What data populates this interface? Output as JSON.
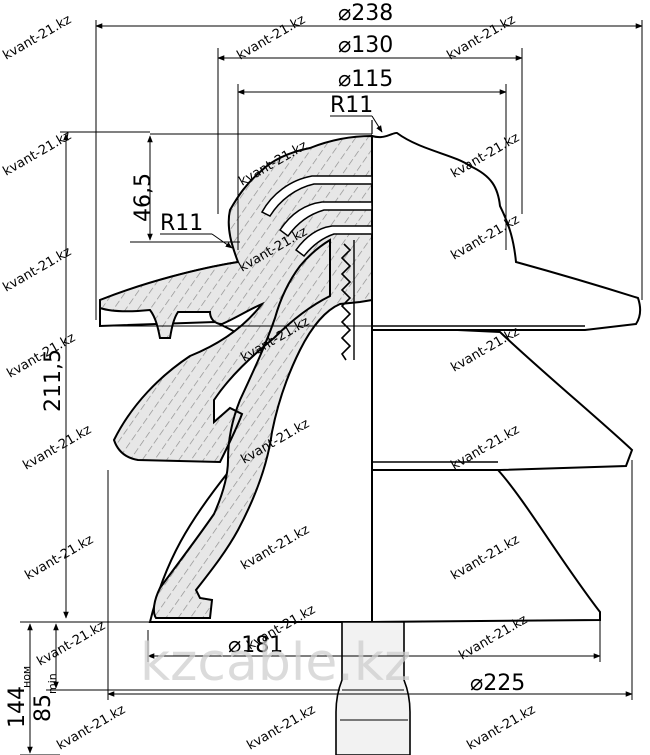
{
  "dimensions": {
    "d238": "⌀238",
    "d130": "⌀130",
    "d115": "⌀115",
    "r11_top": "R11",
    "h46_5": "46,5",
    "r11_left": "R11",
    "h211_5": "211,5",
    "d181": "⌀181",
    "d225": "⌀225",
    "h144": "144",
    "h144_sub": "ном",
    "h85": "85",
    "h85_sub": "min"
  },
  "watermark": {
    "small": "kvant-21.kz",
    "large": "kzcable.kz"
  }
}
